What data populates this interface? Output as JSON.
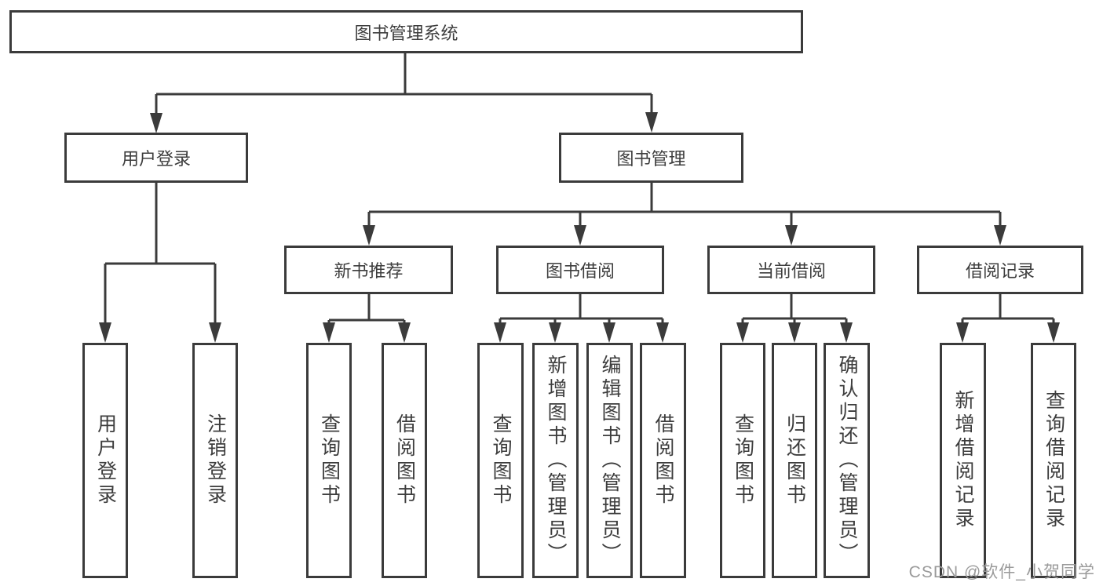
{
  "diagram": {
    "root": {
      "label": "图书管理系统"
    },
    "level2": {
      "user_login": {
        "label": "用户登录"
      },
      "book_management": {
        "label": "图书管理"
      }
    },
    "level3": {
      "new_book_recommend": {
        "label": "新书推荐"
      },
      "book_borrow": {
        "label": "图书借阅"
      },
      "current_borrow": {
        "label": "当前借阅"
      },
      "borrow_records": {
        "label": "借阅记录"
      }
    },
    "level4": {
      "user_login_children": [
        {
          "label": "用户登录"
        },
        {
          "label": "注销登录"
        }
      ],
      "new_book_children": [
        {
          "label": "查询图书"
        },
        {
          "label": "借阅图书"
        }
      ],
      "book_borrow_children": [
        {
          "label": "查询图书"
        },
        {
          "label": "新增图书（管理员）"
        },
        {
          "label": "编辑图书（管理员）"
        },
        {
          "label": "借阅图书"
        }
      ],
      "current_borrow_children": [
        {
          "label": "查询图书"
        },
        {
          "label": "归还图书"
        },
        {
          "label": "确认归还（管理员）"
        }
      ],
      "borrow_records_children": [
        {
          "label": "新增借阅记录"
        },
        {
          "label": "查询借阅记录"
        }
      ]
    },
    "colors": {
      "line": "#3b3b3b",
      "text": "#3d3d3d",
      "background": "#ffffff"
    }
  },
  "watermark": {
    "text": "CSDN @软件_小贺同学",
    "color": "#9a9a9a"
  }
}
